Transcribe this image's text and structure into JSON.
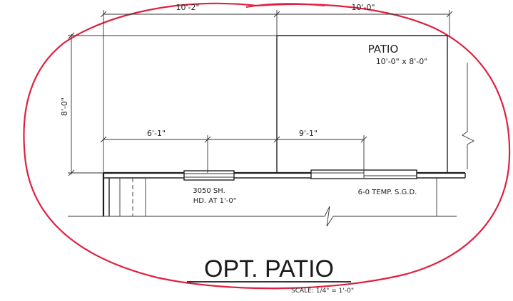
{
  "plan": {
    "dim_top_left": "10'-2\"",
    "dim_top_right": "10'-0\"",
    "dim_side": "8'-0\"",
    "dim_mid_left": "6'-1\"",
    "dim_mid_right": "9'-1\"",
    "room_name": "PATIO",
    "room_size": "10'-0\" x 8'-0\"",
    "window_note_line1": "3050 SH.",
    "window_note_line2": "HD. AT 1'-0\"",
    "door_note": "6-0 TEMP. S.G.D.",
    "title": "OPT. PATIO",
    "scale": "SCALE: 1/4\" = 1'-0\""
  },
  "colors": {
    "ink": "#222222",
    "markup_red": "#e0203f"
  }
}
